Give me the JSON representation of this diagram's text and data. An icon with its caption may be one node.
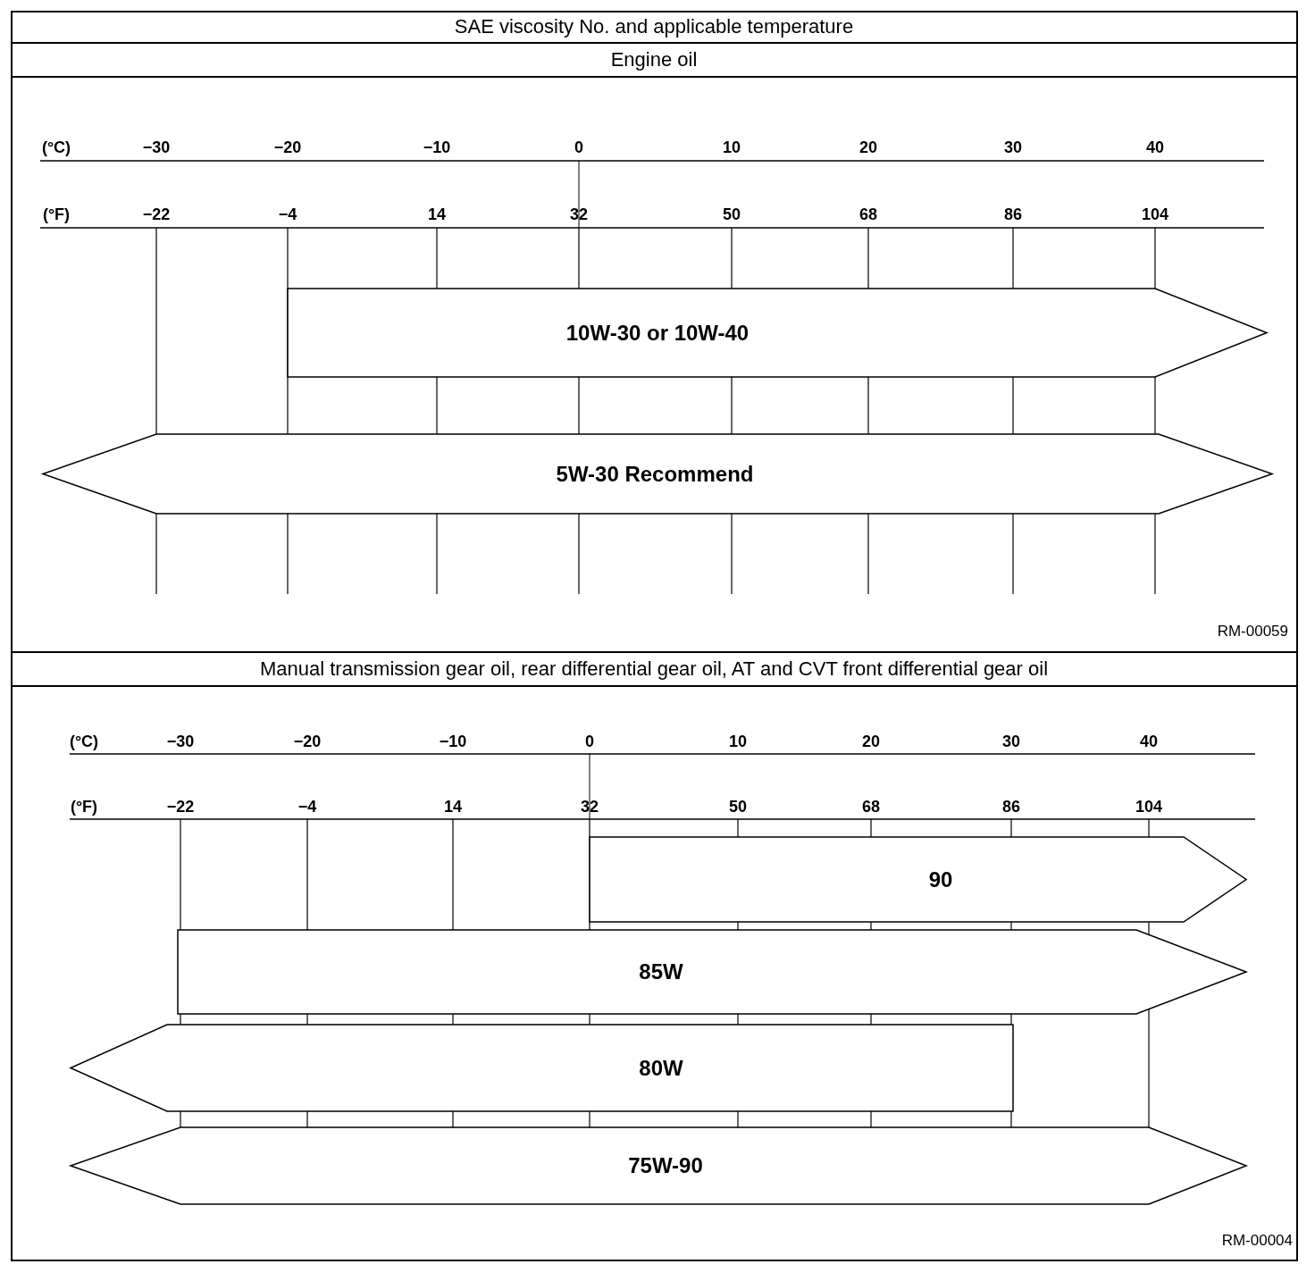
{
  "diagram": {
    "title": "SAE viscosity No. and applicable temperature",
    "nodes": [
      {
        "text": [
          "10W-30 or 10W-40"
        ]
      },
      {
        "text": [
          "5W-30 Recommend"
        ]
      },
      {
        "text": [
          "90"
        ]
      },
      {
        "text": [
          "85W"
        ]
      },
      {
        "text": [
          "80W"
        ]
      },
      {
        "text": [
          "75W-90"
        ]
      }
    ],
    "labels": [
      "Engine oil",
      "(°C)",
      "−30",
      "−20",
      "−10",
      "0",
      "10",
      "20",
      "30",
      "40",
      "(°F)",
      "−22",
      "−4",
      "14",
      "32",
      "50",
      "68",
      "86",
      "104",
      "RM-00059",
      "Manual transmission gear oil, rear differential gear oil, AT and CVT front differential gear oil",
      "(°C)",
      "−30",
      "−20",
      "−10",
      "0",
      "10",
      "20",
      "30",
      "40",
      "(°F)",
      "−22",
      "−4",
      "14",
      "32",
      "50",
      "68",
      "86",
      "104",
      "RM-00004"
    ]
  }
}
